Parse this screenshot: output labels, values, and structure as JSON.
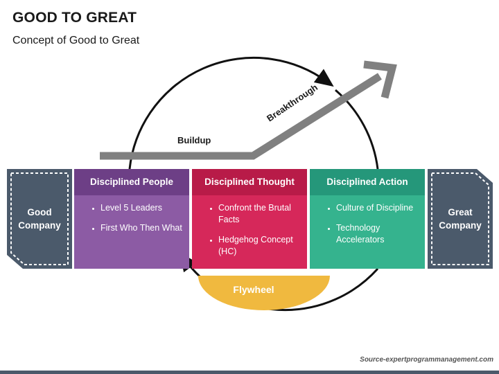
{
  "title": "GOOD TO GREAT",
  "subtitle": "Concept of Good to Great",
  "labels": {
    "buildup": "Buildup",
    "breakthrough": "Breakthrough",
    "flywheel": "Flywheel"
  },
  "good_company": {
    "line1": "Good",
    "line2": "Company"
  },
  "great_company": {
    "line1": "Great",
    "line2": "Company"
  },
  "columns": [
    {
      "heading": "Disciplined People",
      "items": [
        "Level 5 Leaders",
        "First Who Then What"
      ]
    },
    {
      "heading": "Disciplined Thought",
      "items": [
        "Confront the Brutal Facts",
        "Hedgehog Concept (HC)"
      ]
    },
    {
      "heading": "Disciplined Action",
      "items": [
        "Culture of Discipline",
        "Technology Accelerators"
      ]
    }
  ],
  "source": "Source-expertprogrammanagement.com",
  "colors": {
    "people": "#8c5ba4",
    "thought": "#d6285a",
    "action": "#35b38e",
    "company_box": "#4b5a6b",
    "arrow": "#808080",
    "flywheel": "#f0b93f"
  }
}
